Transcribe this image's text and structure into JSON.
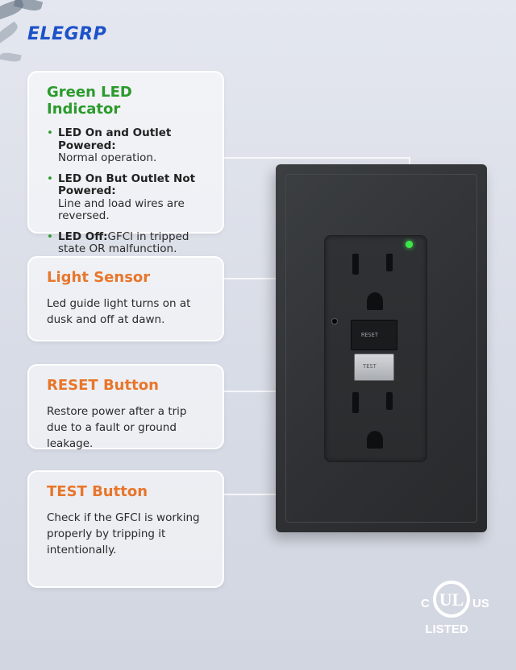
{
  "brand": "ELEGRP",
  "cards": {
    "led": {
      "title": "Green LED Indicator",
      "items": [
        {
          "label": "LED On and Outlet Powered:",
          "text": "Normal operation."
        },
        {
          "label": "LED On But Outlet Not Powered:",
          "text": "Line and load wires are reversed."
        },
        {
          "label": "LED Off:",
          "text": "GFCl in tripped state OR malfunction."
        }
      ]
    },
    "sensor": {
      "title": "Light Sensor",
      "text": "Led guide light turns on at dusk and off at dawn."
    },
    "reset": {
      "title": "RESET Button",
      "text": "Restore power after a trip due to a fault or ground leakage."
    },
    "test": {
      "title": "TEST Button",
      "text": "Check if the GFCI is working properly by tripping it intentionally."
    }
  },
  "outlet": {
    "reset_label": "RESET",
    "test_label": "TEST"
  },
  "certification": {
    "c": "C",
    "ul": "UL",
    "us": "US",
    "listed": "LISTED"
  },
  "colors": {
    "brand": "#1d52c9",
    "green": "#2b9a2b",
    "orange": "#e8762b",
    "led": "#3ee84a"
  }
}
